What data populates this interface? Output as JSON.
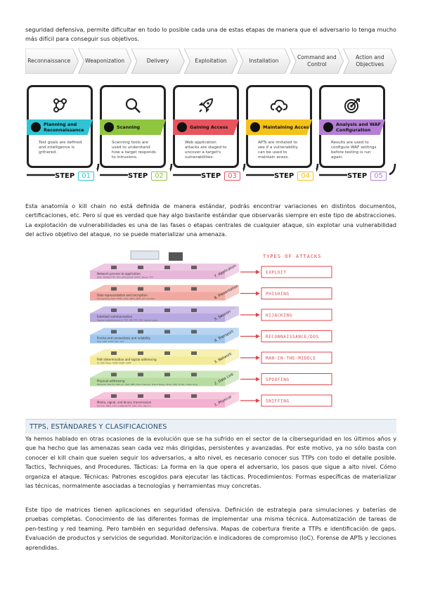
{
  "paragraphs": {
    "intro": "seguridad defensiva, permite dificultar en todo lo posible cada una de estas etapas de manera que el adversario lo tenga mucho más difícil para conseguir sus objetivos.",
    "anatomy": "Esta anatomía o kill chain no está definida de manera estándar, podrás encontrar variaciones en distintos documentos, certificaciones, etc. Pero sí que es verdad que hay algo bastante estándar que observarás siempre en este tipo de abstracciones. La explotación de vulnerabilidades es una de las fases o etapas centrales de cualquier ataque, sin explotar una vulnerabilidad del activo objetivo del ataque, no se puede materializar una amenaza.",
    "ttps1": "Ya hemos hablado en otras ocasiones de la evolución que se ha sufrido en el sector de la ciberseguridad en los últimos años y que ha hecho que las amenazas sean cada vez más dirigidas, persistentes y avanzadas. Por este motivo, ya no sólo basta con conocer el kill chain que suelen seguir los adversarios, a alto nivel, es necesario conocer sus TTPs con todo el detalle posible. Tactics, Techniques, and Procedures. Tácticas: La forma en la que opera el adversario, los pasos que sigue a alto nivel. Cómo organiza el ataque. Técnicas: Patrones escogidos para ejecutar las tácticas. Procedimientos: Formas específicas de materializar las técnicas, normalmente asociadas a tecnologías y herramientas muy concretas.",
    "ttps2": "Este tipo de matrices tienen aplicaciones en seguridad ofensiva. Definición de estrategia para simulaciones y baterías de pruebas completas. Conocimiento de las diferentes formas de implementar una misma técnica. Automatización de tareas de pen-testing y red teaming. Pero también en seguridad defensiva. Mapas de cobertura frente a TTPs e identificación de gaps. Evaluación de productos y servicios de seguridad. Monitorización e indicadores de compromiso (IoC). Forense de APTs y lecciones aprendidas."
  },
  "kill_chain": [
    "Reconnaissance",
    "Weaponization",
    "Delivery",
    "Exploitation",
    "Installation",
    "Command and Control",
    "Action and Objectives"
  ],
  "steps": [
    {
      "title": "Planning and Reconnaissance",
      "desc": "Test goals are defined and intelligence is grthered.",
      "label": "STEP",
      "num": "01",
      "color": "#2ec4d6",
      "icon": "network-nodes-icon"
    },
    {
      "title": "Scanning",
      "desc": "Scanning tools are used to understand how a target responds to intrusions.",
      "label": "STEP",
      "num": "02",
      "color": "#8fc63f",
      "icon": "magnifier-icon"
    },
    {
      "title": "Gaining Access",
      "desc": "Web application attacks are staged to uncover a target's vulnerabilities.",
      "label": "STEP",
      "num": "03",
      "color": "#e8545d",
      "icon": "rocket-icon"
    },
    {
      "title": "Maintaining Access",
      "desc": "APTs are imitated to see if a vulnerability can be used to maintain acess.",
      "label": "STEP",
      "num": "04",
      "color": "#f5c218",
      "icon": "cloud-gear-icon"
    },
    {
      "title": "Analysis and WAF Configuration",
      "desc": "Results are used to configure WAF settings before testing is run again.",
      "label": "STEP",
      "num": "05",
      "color": "#b57fd6",
      "icon": "target-icon"
    }
  ],
  "osi": {
    "attacks_title": "TYPES OF ATTACKS",
    "layers": [
      {
        "name": "7. Application",
        "desc": "Network process to application",
        "protocols": "DNS, WWW/HTTP, P2P, EMAIL/POP, SMTP, Telnet, FTP",
        "attack": "EXPLOIT",
        "color": "#e7b6d8"
      },
      {
        "name": "6. Presentation",
        "desc": "Data representation and encryption",
        "protocols": "Recognizing data: HTML, DOC, JPEG, MP3, AVI, Sockets",
        "attack": "PHISHING",
        "color": "#f1a8a0"
      },
      {
        "name": "5. Session",
        "desc": "Interhost communication",
        "protocols": "Session establishment in TCP, SIP, RTP, RPC-named pipes",
        "attack": "HIJACKING",
        "color": "#b9a7e0"
      },
      {
        "name": "4. Transport",
        "desc": "End-to-end connections and reliability",
        "protocols": "TCP, UDP, SCTP, SSL, TLS",
        "attack": "RECONNAISSANCE/DOS",
        "color": "#9fc6ec"
      },
      {
        "name": "3. Network",
        "desc": "Path determination and logical addressing",
        "protocols": "IP, ARP, IPsec, ICMP, IGMP, OSPF",
        "attack": "MAN-IN-THE-MIDDLE",
        "color": "#f3eb9a"
      },
      {
        "name": "2. Data Link",
        "desc": "Physical addressing",
        "protocols": "Ethernet, 802.1X, 802.11, ATM, PPP, Fibre Channel, Frame Relay, HDLC, PPP, Q.921, Token Ring",
        "attack": "SPOOFING",
        "color": "#b8dca0"
      },
      {
        "name": "1. Physical",
        "desc": "Media, signal, and binary transmission",
        "protocols": "RS-232, RJ45, V.34, 100BASE-TX, SDH, DSL, 802.11",
        "attack": "SNIFFING",
        "color": "#f3b0cf"
      }
    ]
  },
  "section": {
    "title": "TTPS, ESTÁNDARES Y CLASIFICACIONES"
  },
  "colors": {
    "section_bg": "#eaf0f6",
    "attack_red": "#e0464b"
  }
}
